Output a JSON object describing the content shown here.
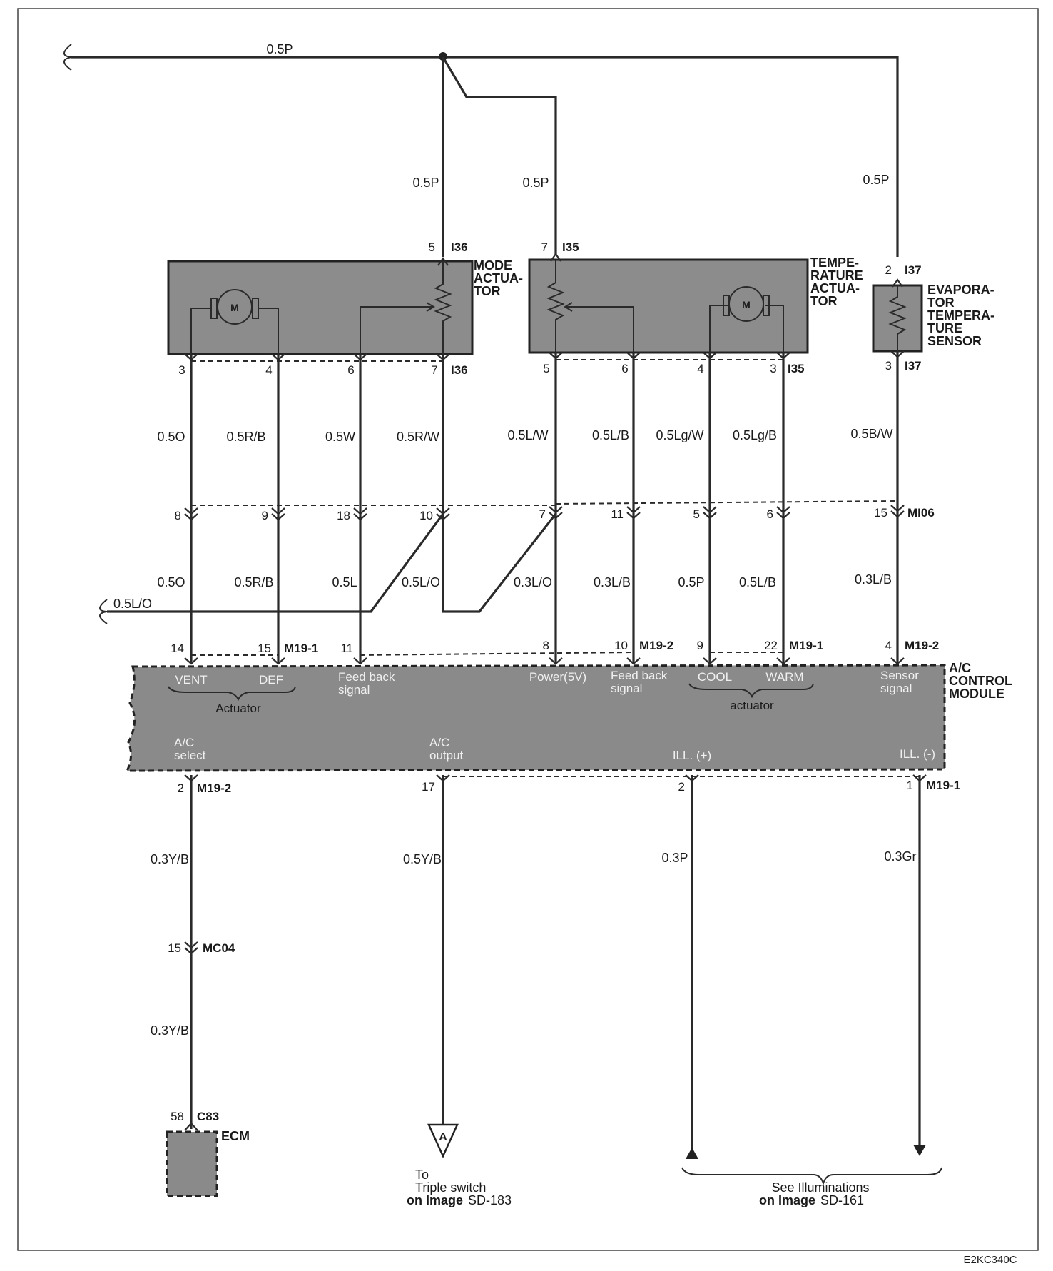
{
  "frame": {
    "code": "E2KC340C"
  },
  "wires": {
    "top": "0.5P",
    "mode_feed": "0.5P",
    "temp_feed": "0.5P",
    "evap_feed": "0.5P",
    "w_mode_3": "0.5O",
    "w_mode_4": "0.5R/B",
    "w_mode_6": "0.5W",
    "w_mode_7": "0.5R/W",
    "w_temp_5": "0.5L/W",
    "w_temp_6": "0.5L/B",
    "w_temp_4": "0.5Lg/W",
    "w_temp_3": "0.5Lg/B",
    "w_evap_3": "0.5B/W",
    "l_14": "0.5O",
    "l_15": "0.5R/B",
    "l_11": "0.5L",
    "l_lo_a": "0.5L/O",
    "l_lo_b": "0.3L/O",
    "l_10": "0.3L/B",
    "l_9": "0.5P",
    "l_22": "0.5L/B",
    "l_4": "0.3L/B",
    "left_stub": "0.5L/O",
    "b_2": "0.3Y/B",
    "b_17": "0.5Y/B",
    "b_ill_p": "0.3P",
    "b_ill_m": "0.3Gr",
    "b_ecm": "0.3Y/B"
  },
  "components": {
    "mode": {
      "title_1": "MODE",
      "title_2": "ACTUA-",
      "title_3": "TOR",
      "motor": "M"
    },
    "temp": {
      "title_1": "TEMPE-",
      "title_2": "RATURE",
      "title_3": "ACTUA-",
      "title_4": "TOR",
      "motor": "M"
    },
    "evap": {
      "title_1": "EVAPORA-",
      "title_2": "TOR",
      "title_3": "TEMPERA-",
      "title_4": "TURE",
      "title_5": "SENSOR"
    },
    "acm": {
      "title_1": "A/C",
      "title_2": "CONTROL",
      "title_3": "MODULE"
    },
    "ecm": {
      "title": "ECM"
    }
  },
  "connectors": {
    "i36": "I36",
    "i35": "I35",
    "i37": "I37",
    "mi06": "MI06",
    "m19_1": "M19-1",
    "m19_2": "M19-2",
    "mc04": "MC04",
    "c83": "C83"
  },
  "pins": {
    "mode_5": "5",
    "mode_3": "3",
    "mode_4": "4",
    "mode_6": "6",
    "mode_7": "7",
    "temp_7": "7",
    "temp_5": "5",
    "temp_6": "6",
    "temp_4": "4",
    "temp_3": "3",
    "evap_2": "2",
    "evap_3": "3",
    "mi_8": "8",
    "mi_9": "9",
    "mi_18": "18",
    "mi_10": "10",
    "mi_7": "7",
    "mi_11": "11",
    "mi_5": "5",
    "mi_6": "6",
    "mi_15": "15",
    "m_14": "14",
    "m_15": "15",
    "m_11": "11",
    "m_8": "8",
    "m_10": "10",
    "m_9": "9",
    "m_22": "22",
    "m_4": "4",
    "m_2": "2",
    "m_17": "17",
    "m_2b": "2",
    "m_1": "1",
    "mc_15": "15",
    "c_58": "58"
  },
  "signals": {
    "vent": "VENT",
    "def": "DEF",
    "actuator": "Actuator",
    "fb1_1": "Feed back",
    "fb1_2": "signal",
    "power": "Power(5V)",
    "fb2_1": "Feed back",
    "fb2_2": "signal",
    "cool": "COOL",
    "warm": "WARM",
    "actuator2": "actuator",
    "sensor_1": "Sensor",
    "sensor_2": "signal",
    "ac_sel_1": "A/C",
    "ac_sel_2": "select",
    "ac_out_1": "A/C",
    "ac_out_2": "output",
    "ill_p": "ILL. (+)",
    "ill_m": "ILL. (-)"
  },
  "refs": {
    "triple_1": "To",
    "triple_2": "Triple switch",
    "triple_3a": "on Image",
    "triple_3b": "SD-183",
    "illum_1": "See Illuminations",
    "illum_2a": "on Image",
    "illum_2b": "SD-161",
    "ground_a": "A"
  }
}
